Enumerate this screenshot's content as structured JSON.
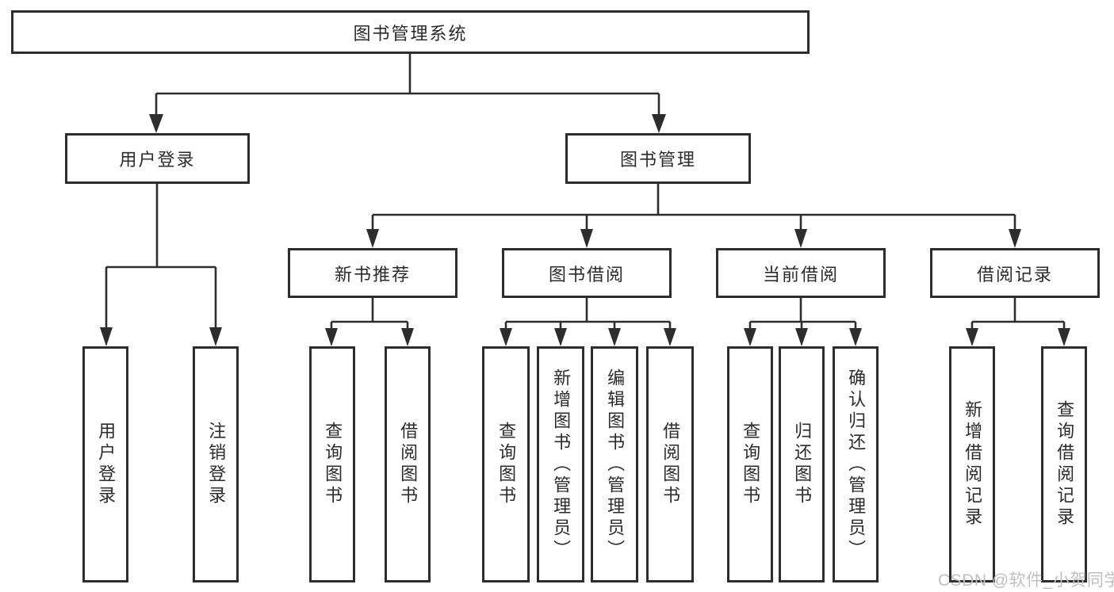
{
  "diagram_type": "hierarchy-tree",
  "colors": {
    "line": "#2d2d2d",
    "box_border": "#2d2d2d",
    "box_fill": "#ffffff",
    "text": "#2b2b2b",
    "watermark": "#c1bfbf"
  },
  "tree": {
    "label": "图书管理系统",
    "children": [
      {
        "label": "用户登录",
        "children": [
          {
            "label": "用户登录"
          },
          {
            "label": "注销登录"
          }
        ]
      },
      {
        "label": "图书管理",
        "children": [
          {
            "label": "新书推荐",
            "children": [
              {
                "label": "查询图书"
              },
              {
                "label": "借阅图书"
              }
            ]
          },
          {
            "label": "图书借阅",
            "children": [
              {
                "label": "查询图书"
              },
              {
                "label": "新增图书（管理员）"
              },
              {
                "label": "编辑图书（管理员）"
              },
              {
                "label": "借阅图书"
              }
            ]
          },
          {
            "label": "当前借阅",
            "children": [
              {
                "label": "查询图书"
              },
              {
                "label": "归还图书"
              },
              {
                "label": "确认归还（管理员）"
              }
            ]
          },
          {
            "label": "借阅记录",
            "children": [
              {
                "label": "新增借阅记录"
              },
              {
                "label": "查询借阅记录"
              }
            ]
          }
        ]
      }
    ]
  },
  "watermark": "CSDN @软件_小贺同学"
}
